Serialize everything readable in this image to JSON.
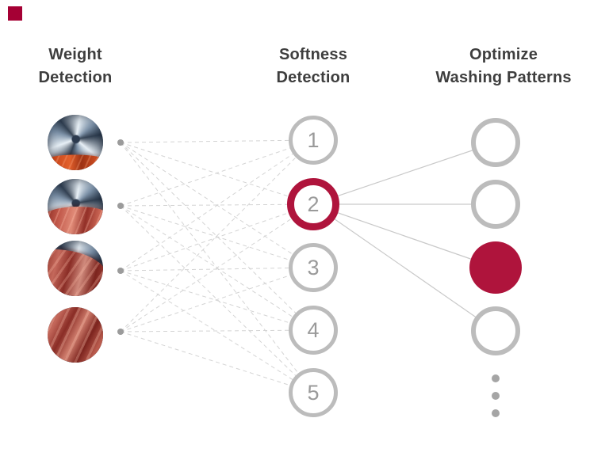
{
  "colors": {
    "accent_red": "#af143c",
    "brand_red": "#a50034",
    "ring_gray": "#bcbcbc",
    "number_gray": "#9a9a9a",
    "dashed_line_gray": "#d4d4d4",
    "solid_line_gray": "#c9c9c9",
    "heading_text": "#3e3e3e",
    "background": "#ffffff"
  },
  "columns": [
    {
      "id": "weight-detection",
      "title": "Weight\nDetection"
    },
    {
      "id": "softness-detection",
      "title": "Softness\nDetection"
    },
    {
      "id": "optimize-washing-patterns",
      "title": "Optimize\nWashing Patterns"
    }
  ],
  "weight_inputs": [
    {
      "name": "drum-load-photo-1",
      "description": "washer drum with small red laundry load"
    },
    {
      "name": "drum-load-photo-2",
      "description": "washer drum half filled with red laundry"
    },
    {
      "name": "drum-load-photo-3",
      "description": "washer drum mostly filled with red laundry"
    },
    {
      "name": "drum-load-photo-4",
      "description": "washer drum fully filled with red laundry"
    }
  ],
  "softness_nodes": [
    {
      "label": "1",
      "selected": false
    },
    {
      "label": "2",
      "selected": true
    },
    {
      "label": "3",
      "selected": false
    },
    {
      "label": "4",
      "selected": false
    },
    {
      "label": "5",
      "selected": false
    }
  ],
  "pattern_nodes": [
    {
      "selected": false
    },
    {
      "selected": false
    },
    {
      "selected": true
    },
    {
      "selected": false
    }
  ],
  "more_patterns_indicator": {
    "dot_count": 3
  },
  "connections": {
    "inputs_to_softness": "every input dot connects to all five softness nodes (dashed gray)",
    "softness_to_patterns": "selected softness node 2 connects to all four pattern nodes (solid gray)"
  }
}
